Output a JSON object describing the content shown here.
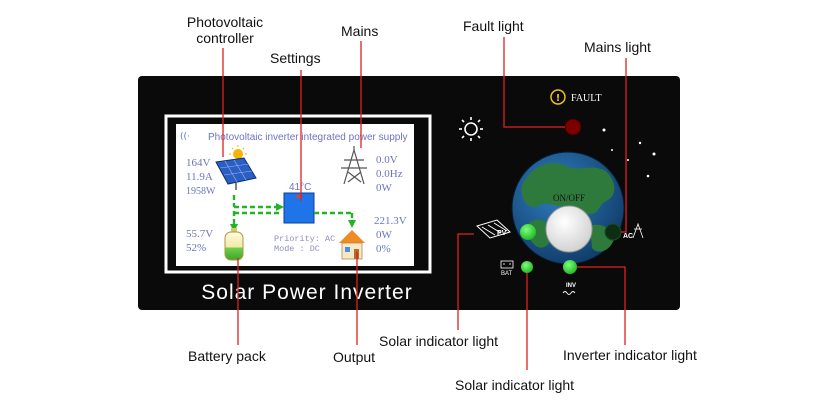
{
  "labels": {
    "photovoltaic_controller": "Photovoltaic\ncontroller",
    "settings": "Settings",
    "mains": "Mains",
    "fault_light": "Fault light",
    "mains_light": "Mains light",
    "battery_pack": "Battery pack",
    "output": "Output",
    "solar_indicator_light_1": "Solar indicator light",
    "solar_indicator_light_2": "Solar indicator light",
    "inverter_indicator_light": "Inverter indicator light"
  },
  "device": {
    "brand_text": "Solar Power Inverter",
    "screen_title": "Photovoltaic inverter integrated power supply",
    "pv": {
      "voltage": "164V",
      "current": "11.9A",
      "power": "1958W"
    },
    "mains": {
      "voltage": "0.0V",
      "frequency": "0.0Hz",
      "power": "0W"
    },
    "battery": {
      "voltage": "55.7V",
      "percent": "52%"
    },
    "output": {
      "voltage": "221.3V",
      "power": "0W",
      "load": "0%"
    },
    "temperature": "41°C",
    "priority": "Priority: AC",
    "mode": "Mode : DC",
    "fault_text": "FAULT",
    "switch_text": "ON/OFF",
    "pv_tag": "PV",
    "ac_tag": "AC",
    "bat_tag": "BAT",
    "inv_tag": "INV"
  },
  "colors": {
    "panel": "#0a0a0a",
    "indicator_green": "#1fd11f",
    "mains_light_dark": "#0e2e14",
    "fault_red": "#7a0000",
    "screen_blue_text": "#6a74c4",
    "flow_green": "#22b422",
    "settings_blue": "#1f74e8"
  }
}
